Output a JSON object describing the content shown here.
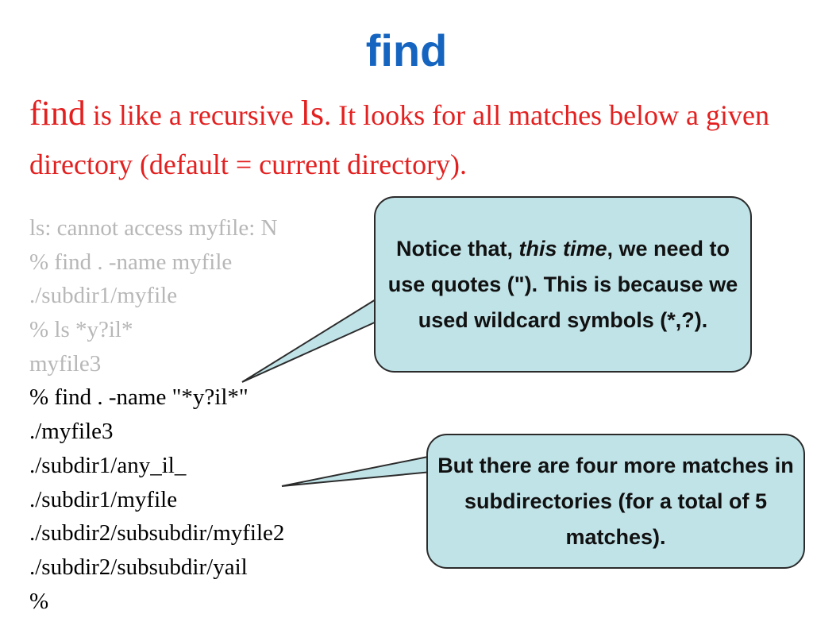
{
  "slide": {
    "title": "find",
    "intro": {
      "cmd_find": "find",
      "text1": " is like a recursive ",
      "cmd_ls": "ls",
      "text2": ". It looks for all matches below a given directory (default = current directory)."
    },
    "terminal_lines": [
      {
        "text": "ls: cannot access myfile: N",
        "style": "dim"
      },
      {
        "text": "% find . -name myfile",
        "style": "dim"
      },
      {
        "text": "./subdir1/myfile",
        "style": "dim"
      },
      {
        "text": "% ls *y?il*",
        "style": "dim"
      },
      {
        "text": "myfile3",
        "style": "dim"
      },
      {
        "text": "% find . -name \"*y?il*\"",
        "style": "main"
      },
      {
        "text": "./myfile3",
        "style": "main"
      },
      {
        "text": "./subdir1/any_il_",
        "style": "main"
      },
      {
        "text": "./subdir1/myfile",
        "style": "main"
      },
      {
        "text": "./subdir2/subsubdir/myfile2",
        "style": "main"
      },
      {
        "text": "./subdir2/subsubdir/yail",
        "style": "main"
      },
      {
        "text": "%",
        "style": "main"
      }
    ],
    "callout_quotes": {
      "part1": "Notice that, ",
      "part2": "this time",
      "part3": ", we need to use quotes (\"). This is because we used wildcard symbols (*,?)."
    },
    "callout_matches": {
      "text": "But there are four more matches in subdirectories (for a total of 5 matches)."
    }
  }
}
